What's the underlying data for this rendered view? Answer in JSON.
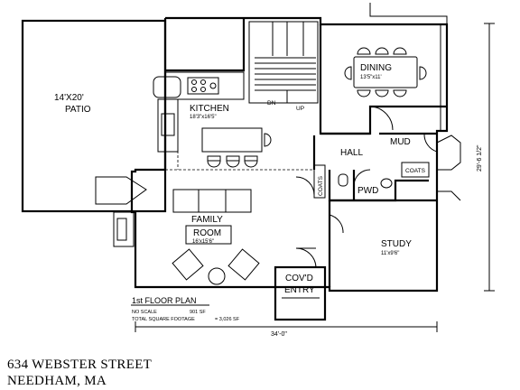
{
  "rooms": {
    "patio": {
      "name": "14'x20'",
      "name2": "PATIO"
    },
    "kitchen": {
      "name": "KITCHEN",
      "dim": "18'3\"x16'5\""
    },
    "dining": {
      "name": "DINING",
      "dim": "13'5\"x11'"
    },
    "hall": {
      "name": "HALL"
    },
    "mud": {
      "name": "MUD"
    },
    "family_room": {
      "name": "FAMILY",
      "name2": "ROOM",
      "dim": "16'x15'6\""
    },
    "study": {
      "name": "STUDY",
      "dim": "11'x9'6\""
    },
    "pwd": {
      "name": "PWD"
    },
    "covd_entry": {
      "name": "COV'D",
      "name2": "ENTRY"
    }
  },
  "labels": {
    "dn": "DN",
    "up": "UP",
    "coats_1": "COATS",
    "coats_2": "COATS"
  },
  "dimensions": {
    "width": "34'-0\"",
    "depth": "29'-6 1/2\""
  },
  "legend": {
    "title": "1st FLOOR PLAN",
    "scale": "NO SCALE",
    "scale_value": "901 SF",
    "total_label": "TOTAL SQUARE FOOTAGE",
    "total_value": "= 3,026 SF"
  },
  "caption": {
    "line1": "634 WEBSTER STREET",
    "line2": "NEEDHAM, MA"
  }
}
